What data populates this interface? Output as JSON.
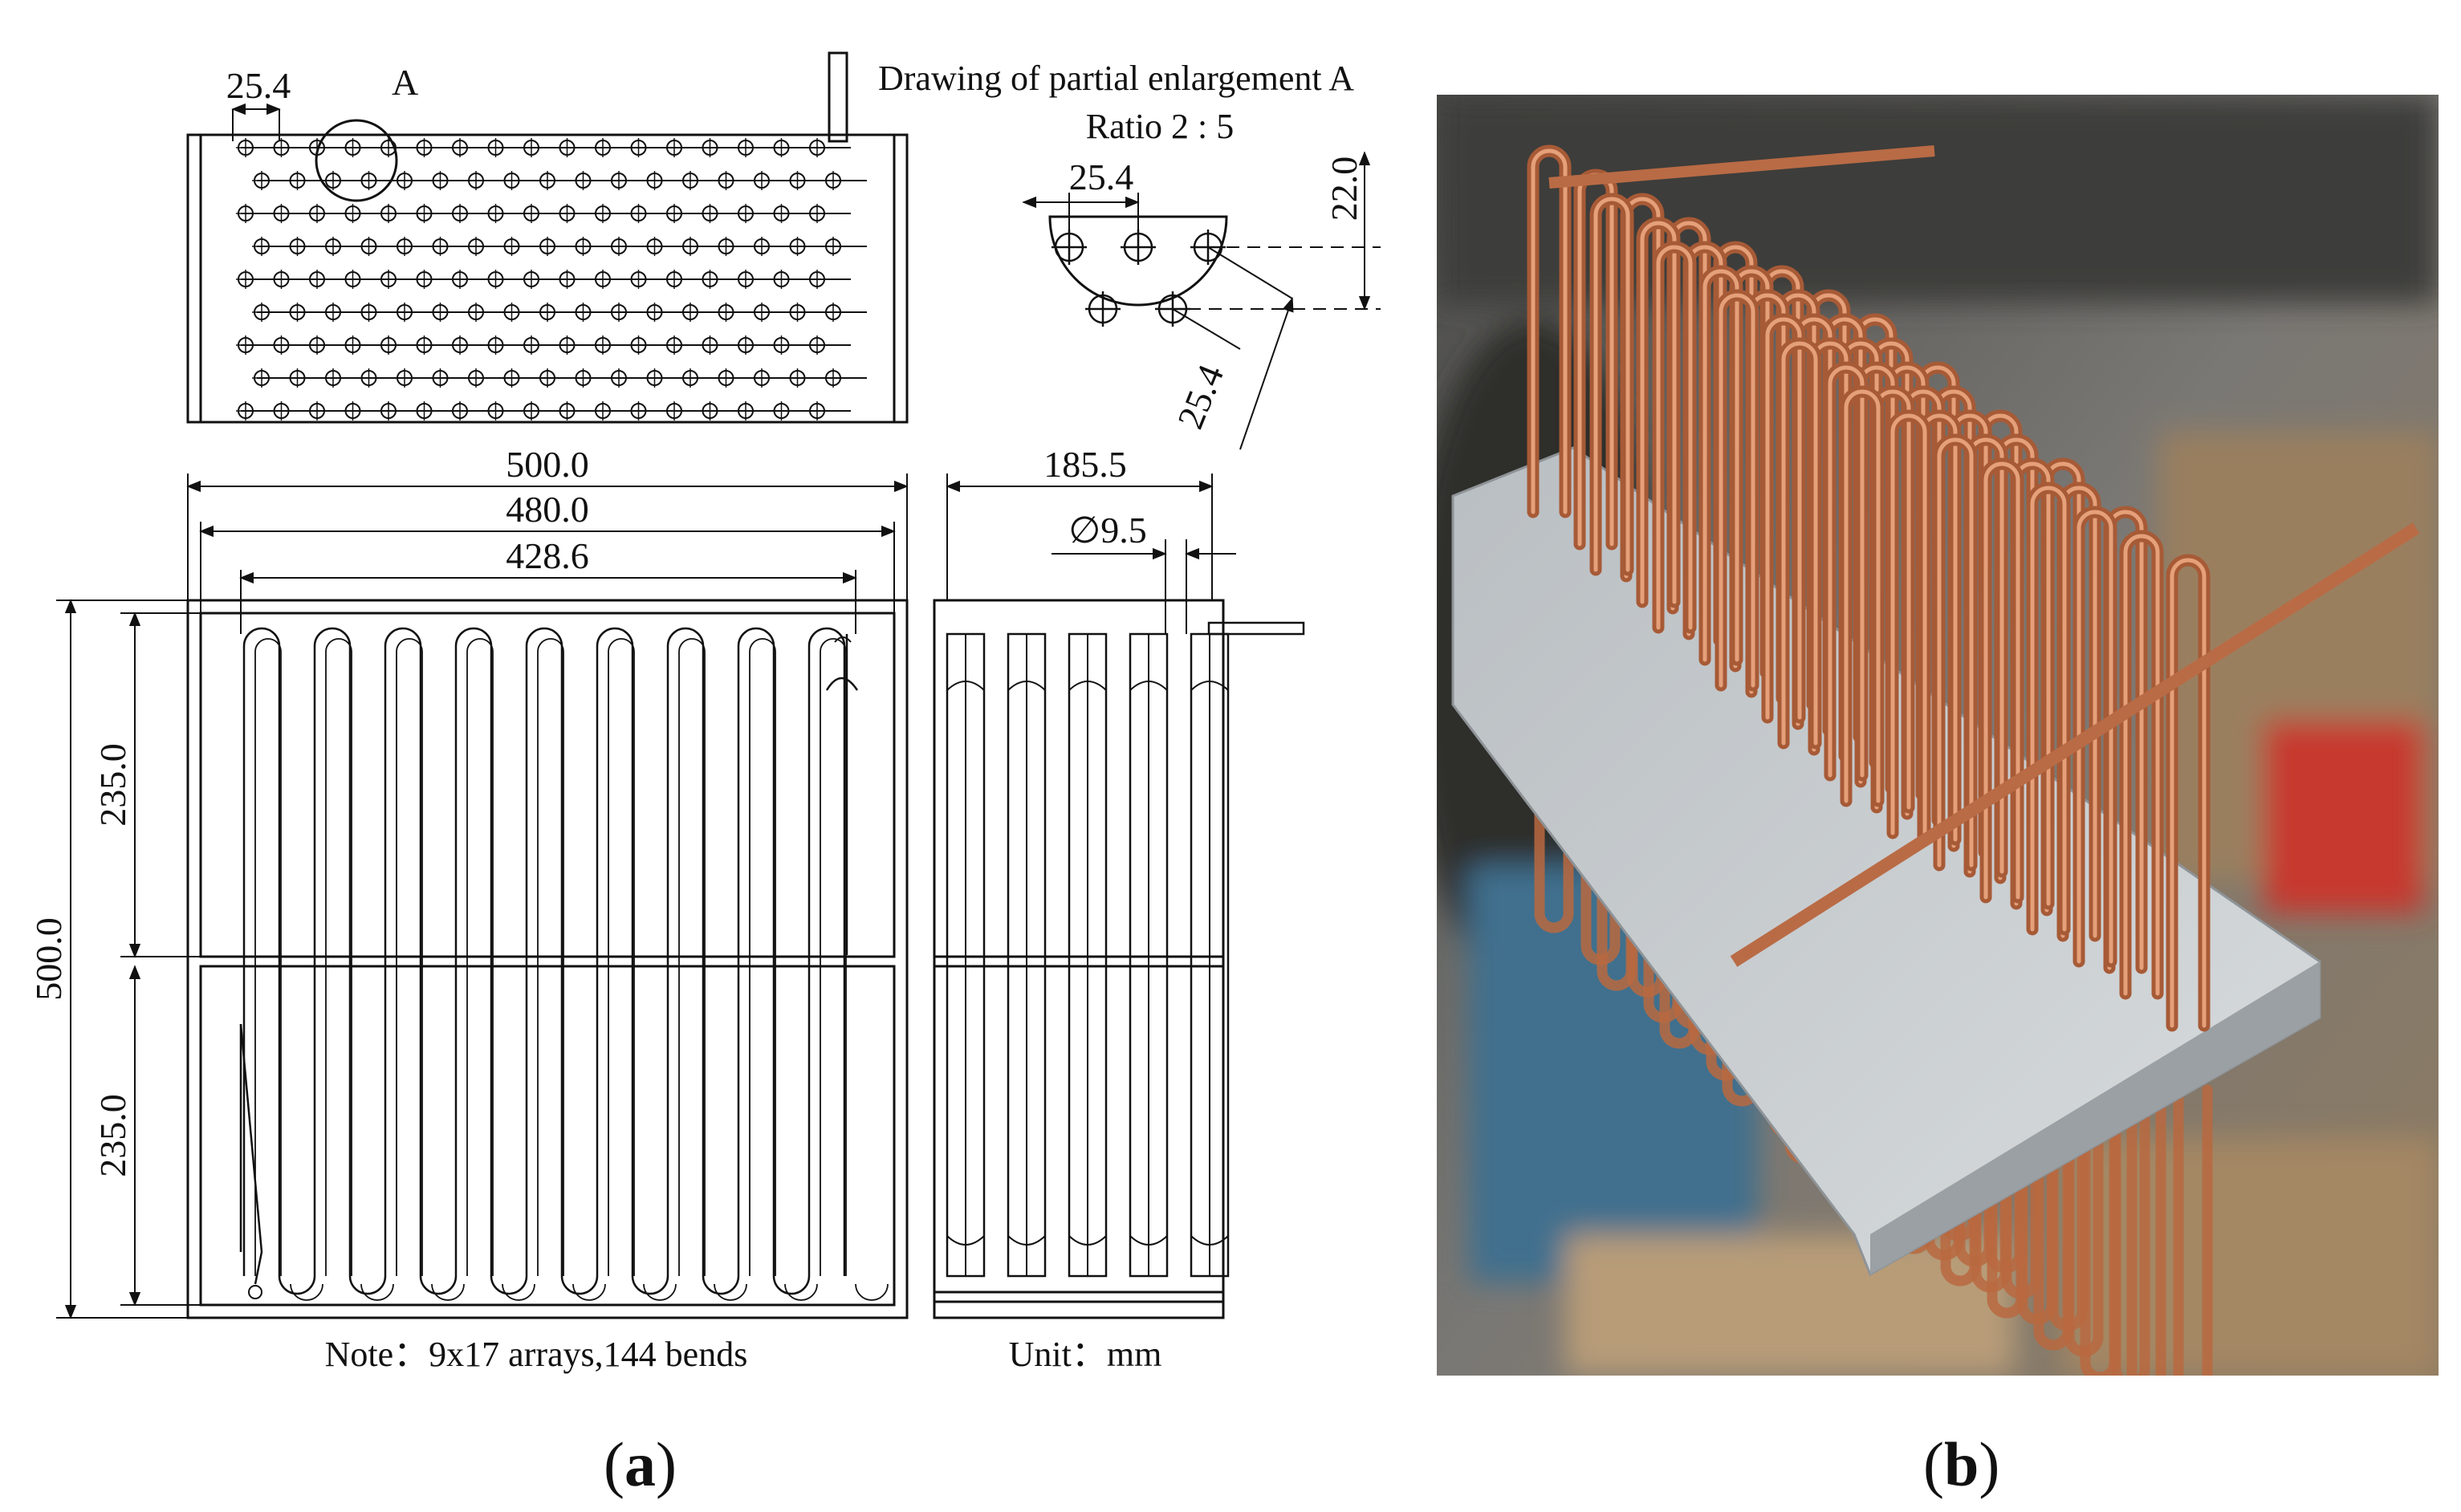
{
  "figure": {
    "panel_a_label": "a",
    "panel_b_label": "b"
  },
  "drawing": {
    "detail_title": "Drawing of partial enlargement A",
    "detail_ratio": "Ratio 2 : 5",
    "detail_marker": "A",
    "top_pitch": "25.4",
    "detail_pitch_h": "25.4",
    "detail_pitch_v": "22.0",
    "detail_pitch_diag": "25.4",
    "width_outer": "500.0",
    "width_inner": "480.0",
    "width_tubes": "428.6",
    "height_total": "500.0",
    "height_upper": "235.0",
    "height_lower": "235.0",
    "side_depth": "185.5",
    "tube_diameter": "∅9.5",
    "note": "Note：9x17 arrays,144 bends",
    "unit": "Unit：mm"
  },
  "photo": {
    "subject": "copper tube coil heat exchanger on aluminum plate",
    "colors": {
      "copper": "#c9774f",
      "plate": "#c8cdd0",
      "background": "#6b6a66"
    }
  }
}
